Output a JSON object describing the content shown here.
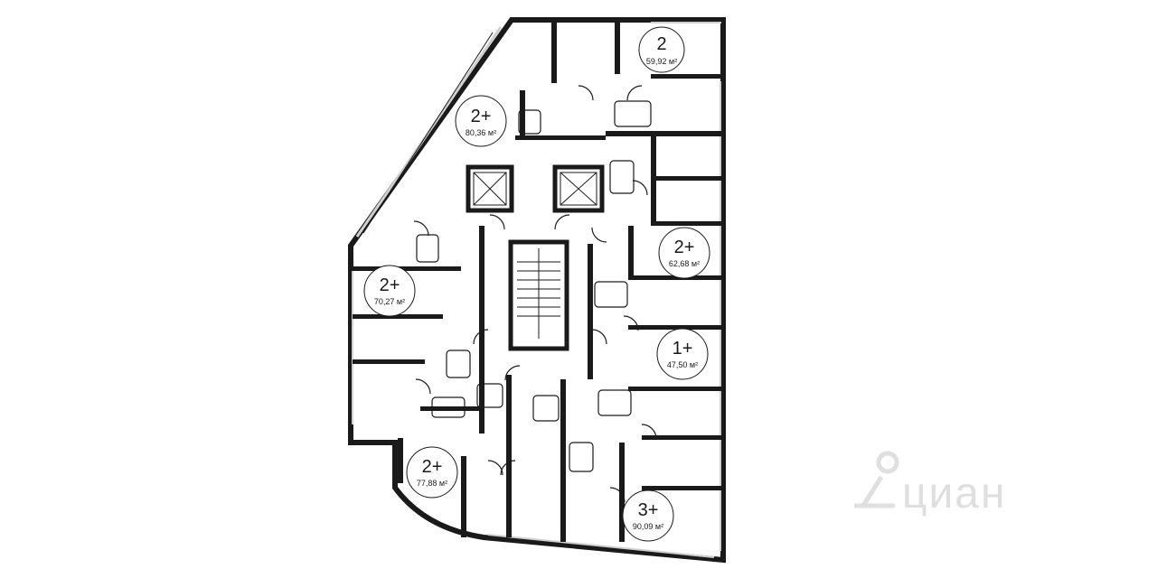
{
  "apartments": [
    {
      "id": "a1",
      "type": "2",
      "area": "59,92 м²"
    },
    {
      "id": "a2",
      "type": "2+",
      "area": "80,36 м²"
    },
    {
      "id": "a3",
      "type": "2+",
      "area": "62,68 м²"
    },
    {
      "id": "a4",
      "type": "2+",
      "area": "70,27 м²"
    },
    {
      "id": "a5",
      "type": "1+",
      "area": "47,50 м²"
    },
    {
      "id": "a6",
      "type": "2+",
      "area": "77,88 м²"
    },
    {
      "id": "a7",
      "type": "3+",
      "area": "90,09 м²"
    }
  ],
  "watermark": {
    "text": "циан",
    "icon": "map-pin-icon",
    "color": "#dcdcdc"
  },
  "colors": {
    "wall": "#1a1a1a",
    "background": "#ffffff"
  }
}
